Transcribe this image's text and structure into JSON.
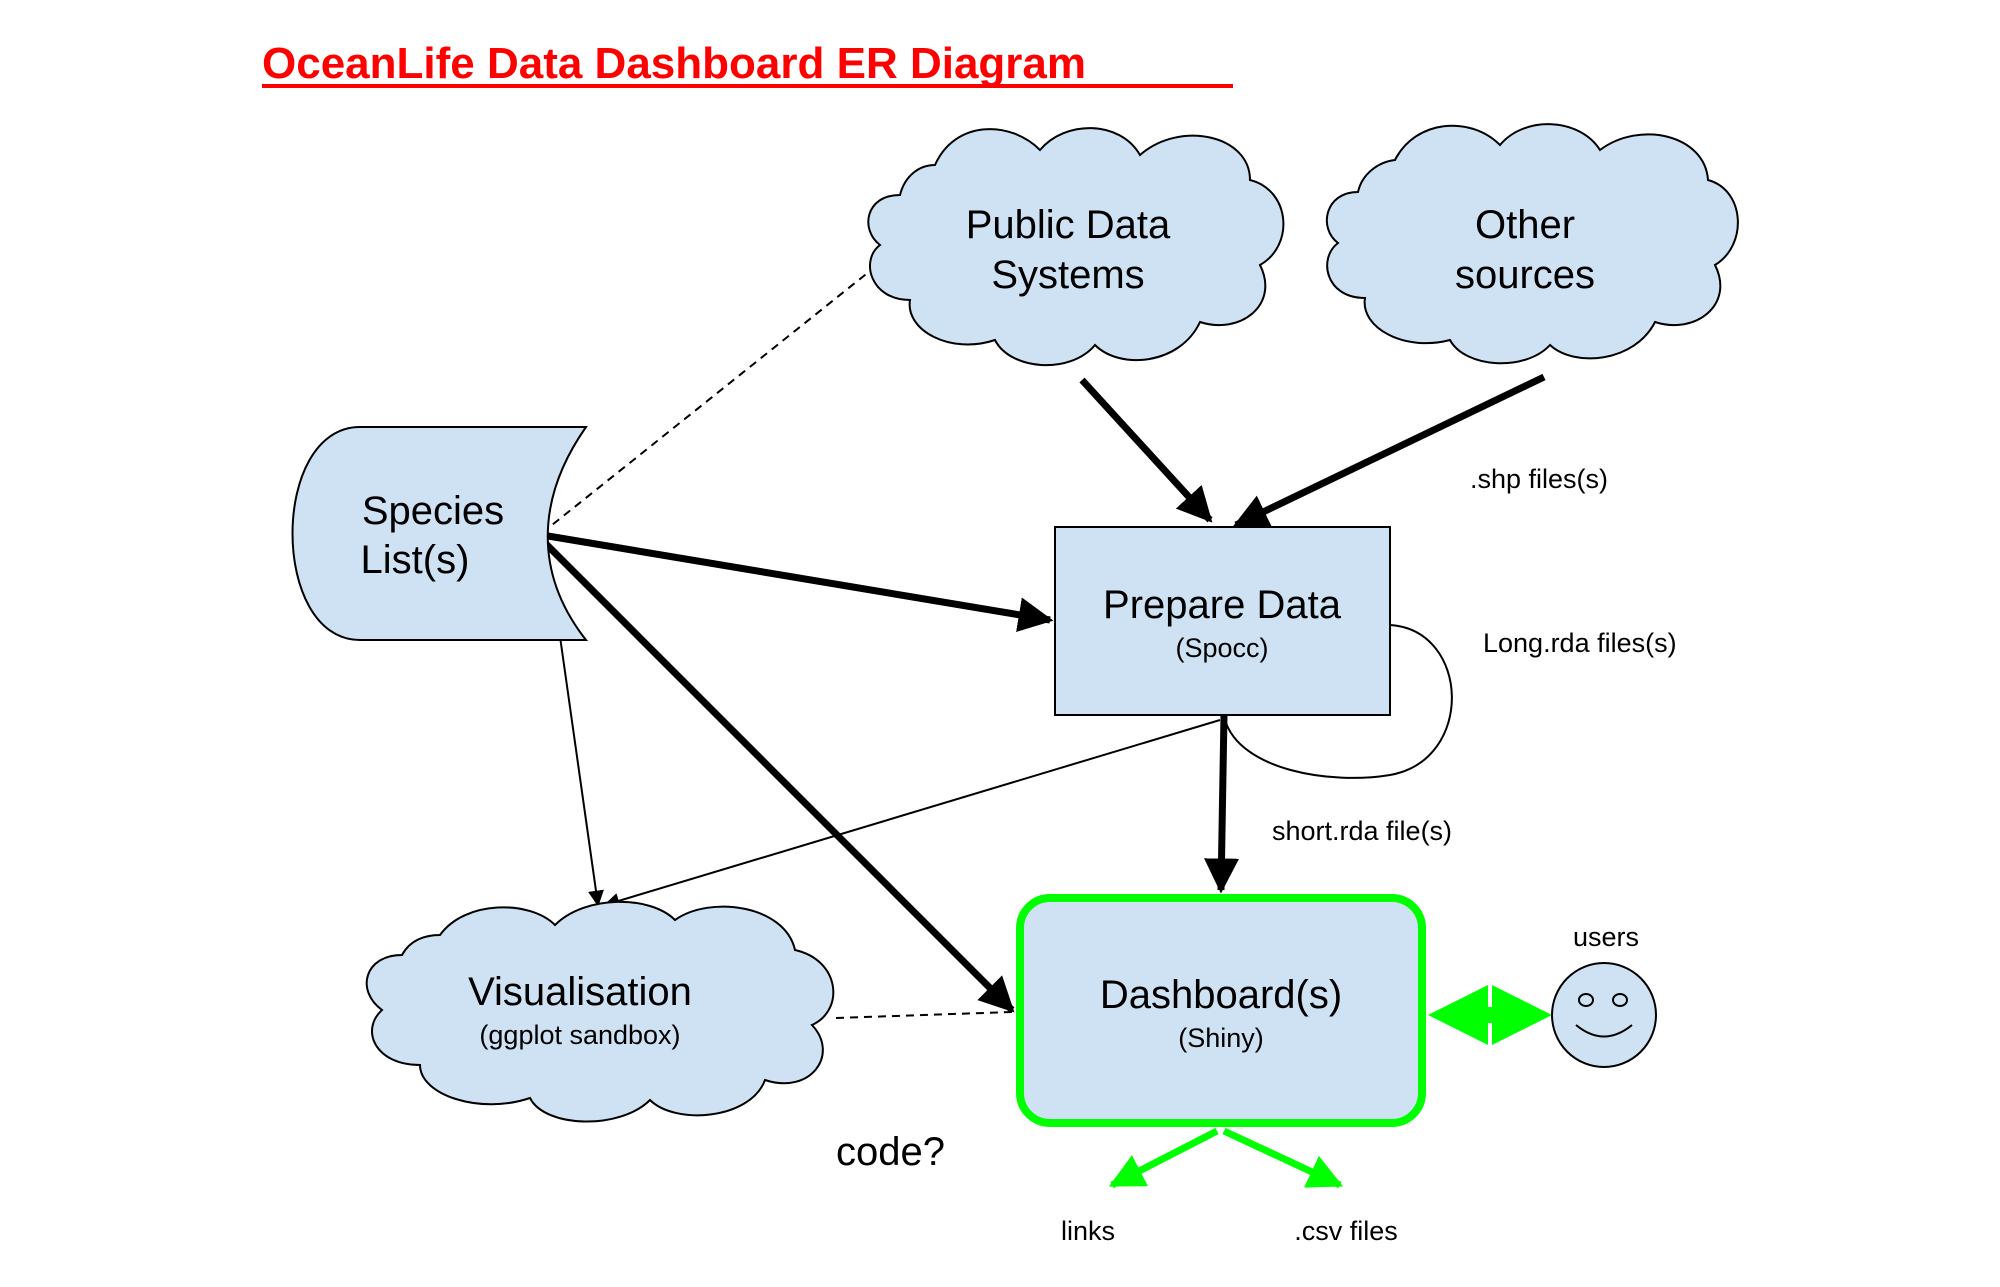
{
  "title": "OceanLife Data Dashboard ER Diagram",
  "nodes": {
    "species_list": {
      "line1": "Species",
      "line2": "List(s)"
    },
    "public_data": {
      "line1": "Public Data",
      "line2": "Systems"
    },
    "other_sources": {
      "line1": "Other",
      "line2": "sources"
    },
    "prepare_data": {
      "label": "Prepare Data",
      "sub": "(Spocc)"
    },
    "visualisation": {
      "label": "Visualisation",
      "sub": "(ggplot sandbox)"
    },
    "dashboard": {
      "label": "Dashboard(s)",
      "sub": "(Shiny)"
    },
    "users": {
      "label": "users"
    }
  },
  "edge_labels": {
    "shp": ".shp files(s)",
    "long_rda": "Long.rda files(s)",
    "short_rda": "short.rda file(s)",
    "code": "code?",
    "links": "links",
    "csv": ".csv files"
  },
  "colors": {
    "title": "#ff0000",
    "node_fill": "#cfe2f3",
    "dashboard_border": "#00ff00",
    "output_arrows": "#00ff00"
  }
}
